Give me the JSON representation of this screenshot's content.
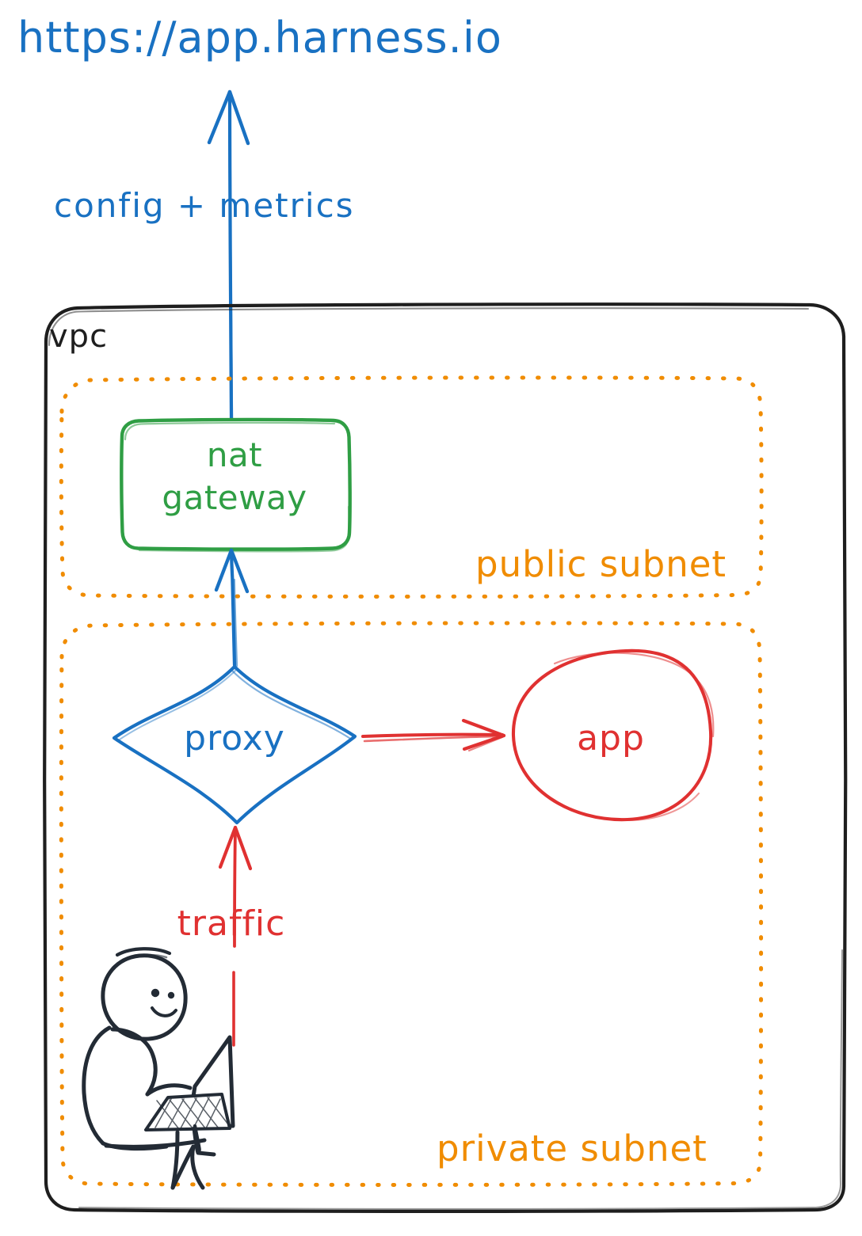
{
  "diagram": {
    "kind": "network-architecture",
    "background_color": "#ffffff",
    "colors": {
      "blue": "#1971c2",
      "green": "#2f9e44",
      "orange": "#f08c00",
      "red": "#e03131",
      "ink": "#1e1e1e"
    },
    "title": {
      "text": "https://app.harness.io",
      "color": "#1971c2"
    },
    "containers": [
      {
        "id": "vpc",
        "label": "vpc",
        "style": "solid-rounded",
        "color": "#1e1e1e"
      },
      {
        "id": "public-subnet",
        "label": "public subnet",
        "style": "dotted-rounded",
        "color": "#f08c00"
      },
      {
        "id": "private-subnet",
        "label": "private subnet",
        "style": "dotted-rounded",
        "color": "#f08c00"
      }
    ],
    "nodes": [
      {
        "id": "nat-gateway",
        "label_line1": "nat",
        "label_line2": "gateway",
        "shape": "rounded-rectangle",
        "color": "#2f9e44",
        "parent": "public-subnet"
      },
      {
        "id": "proxy",
        "label": "proxy",
        "shape": "diamond",
        "color": "#1971c2",
        "parent": "private-subnet"
      },
      {
        "id": "app",
        "label": "app",
        "shape": "ellipse",
        "color": "#e03131",
        "parent": "private-subnet"
      },
      {
        "id": "user",
        "label": "",
        "shape": "person-with-laptop",
        "color": "#1e1e1e",
        "parent": "private-subnet"
      }
    ],
    "edges": [
      {
        "id": "natgw-to-internet",
        "from": "nat-gateway",
        "to": "https://app.harness.io",
        "label": "config + metrics",
        "color": "#1971c2",
        "direction": "up"
      },
      {
        "id": "proxy-to-natgw",
        "from": "proxy",
        "to": "nat-gateway",
        "label": "",
        "color": "#1971c2",
        "direction": "up"
      },
      {
        "id": "proxy-to-app",
        "from": "proxy",
        "to": "app",
        "label": "",
        "color": "#e03131",
        "direction": "right"
      },
      {
        "id": "user-to-proxy",
        "from": "user",
        "to": "proxy",
        "label": "traffic",
        "color": "#e03131",
        "direction": "up"
      }
    ]
  }
}
